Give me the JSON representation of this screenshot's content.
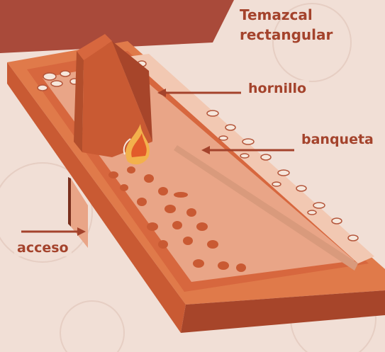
{
  "title": {
    "line1": "Temazcal",
    "line2": "rectangular"
  },
  "labels": {
    "hornillo": "hornillo",
    "banqueta": "banqueta",
    "acceso": "acceso"
  },
  "colors": {
    "accent": "#a4432c",
    "wall_top": "#e07a4a",
    "wall_front": "#c95a33",
    "wall_dark": "#a7452a",
    "floor": "#e9a587",
    "banner": "#a94a3a"
  },
  "icons": [
    "fire-icon",
    "stone-icon"
  ]
}
